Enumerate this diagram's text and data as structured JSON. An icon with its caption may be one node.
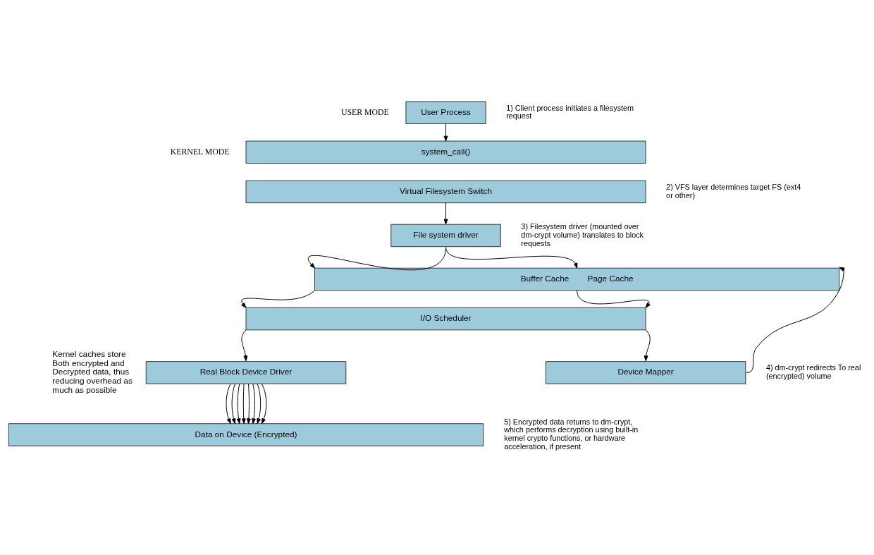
{
  "diagram": {
    "nodes": [
      {
        "text": [
          "User Process"
        ],
        "beside": [
          "1) Client process initiates a filesystem request"
        ]
      },
      {
        "text": [
          "system_call()"
        ]
      },
      {
        "text": [
          "Virtual Filesystem Switch"
        ],
        "beside": [
          "2) VFS layer determines target FS (ext4 or other)"
        ]
      },
      {
        "text": [
          "File system driver"
        ],
        "beside": [
          "3) Filesystem driver (mounted over dm-crypt volume) translates to block requests"
        ]
      },
      {
        "text": [
          "Buffer Cache",
          "Page Cache"
        ]
      },
      {
        "text": [
          "I/O Scheduler"
        ]
      },
      {
        "text": [
          "Real Block Device Driver"
        ]
      },
      {
        "text": [
          "Device Mapper"
        ],
        "beside": [
          "4) dm-crypt redirects To real (encrypted) volume"
        ]
      },
      {
        "text": [
          "Data on Device (Encrypted)"
        ],
        "beside": [
          "5) Encrypted data returns to dm-crypt, which performs decryption using built-in kernel crypto functions, or hardware acceleration, if present"
        ]
      }
    ],
    "edges": [
      {
        "from": 0,
        "to": 1,
        "arrow": "to"
      },
      {
        "from": 2,
        "to": 3,
        "arrow": "to"
      },
      {
        "from": 3,
        "to": 4,
        "arrow": "to"
      },
      {
        "from": 3,
        "to": 4,
        "arrow": "to"
      },
      {
        "from": 7,
        "to": 4,
        "arrow": "to"
      },
      {
        "from": 4,
        "to": 5,
        "arrow": "to"
      },
      {
        "from": 4,
        "to": 5,
        "arrow": "to"
      },
      {
        "from": 5,
        "to": 6,
        "arrow": "to"
      },
      {
        "from": 5,
        "to": 7,
        "arrow": "to"
      },
      {
        "from": 6,
        "to": 8,
        "arrow": "to"
      },
      {
        "from": 6,
        "to": 8,
        "arrow": "to"
      },
      {
        "from": 6,
        "to": 8,
        "arrow": "to"
      },
      {
        "from": 6,
        "to": 8,
        "arrow": "to"
      },
      {
        "from": 6,
        "to": 8,
        "arrow": "to"
      },
      {
        "from": 6,
        "to": 8,
        "arrow": "to"
      },
      {
        "from": 6,
        "to": 8,
        "arrow": "to"
      },
      {
        "from": 6,
        "to": 8,
        "arrow": "to"
      }
    ],
    "labels": [
      "USER MODE",
      "KERNEL MODE",
      "Kernel caches store Both encrypted and Decrypted data, thus reducing overhead as much as possible"
    ]
  }
}
